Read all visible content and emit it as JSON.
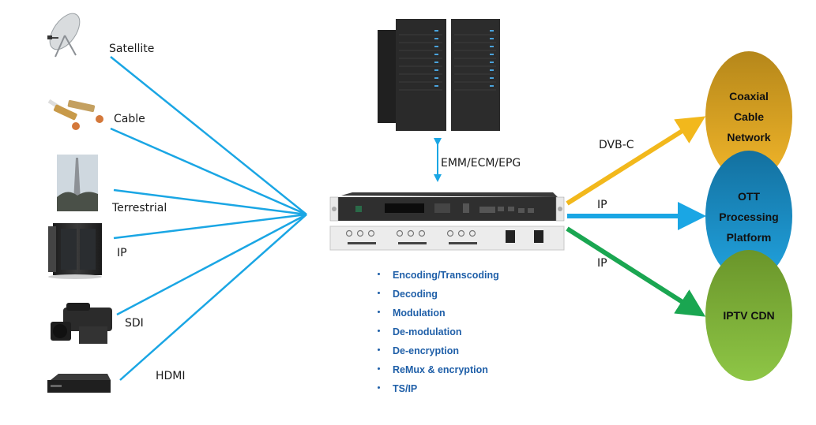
{
  "sources": [
    {
      "label": "Satellite",
      "icon": "satellite-dish-icon"
    },
    {
      "label": "Cable",
      "icon": "coaxial-cable-icon"
    },
    {
      "label": "Terrestrial",
      "icon": "broadcast-tower-icon"
    },
    {
      "label": "IP",
      "icon": "server-rack-icon"
    },
    {
      "label": "SDI",
      "icon": "video-camera-icon"
    },
    {
      "label": "HDMI",
      "icon": "set-top-box-icon"
    }
  ],
  "cas_server": {
    "icon": "server-cluster-icon",
    "link_label": "EMM/ECM/EPG"
  },
  "head_end_device": {
    "icon": "rack-device-icon"
  },
  "features": [
    "Encoding/Transcoding",
    "Decoding",
    "Modulation",
    "De-modulation",
    "De-encryption",
    "ReMux & encryption",
    "TS/IP"
  ],
  "outputs": [
    {
      "link_label": "DVB-C",
      "target_lines": [
        "Coaxial",
        "Cable",
        "Network"
      ],
      "arrow_color": "#f2b81c",
      "fill_top": "#b88a18",
      "fill_bottom": "#f0b428"
    },
    {
      "link_label": "IP",
      "target_lines": [
        "OTT",
        "Processing",
        "Platform"
      ],
      "arrow_color": "#1aa6e4",
      "fill_top": "#1478b4",
      "fill_bottom": "#1ea0dc"
    },
    {
      "link_label": "IP",
      "target_lines": [
        "IPTV CDN"
      ],
      "arrow_color": "#1aa651",
      "fill_top": "#6e9a2c",
      "fill_bottom": "#8cc444"
    }
  ],
  "colors": {
    "input_line": "#1aa6e4",
    "feature_text": "#1f5fa8"
  }
}
